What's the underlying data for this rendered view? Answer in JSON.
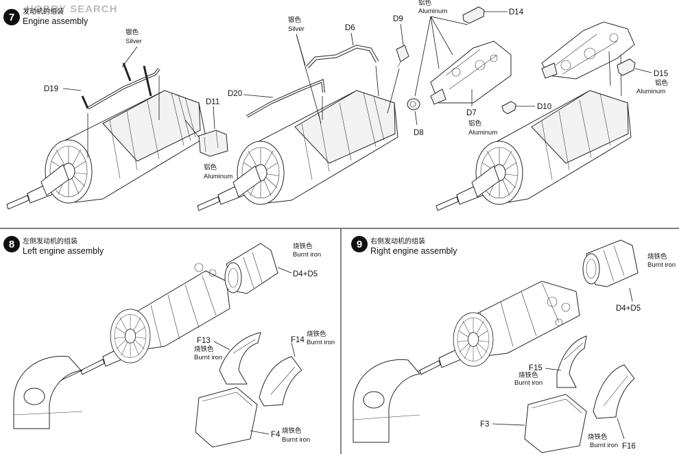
{
  "watermark": "HOBBY SEARCH",
  "steps": [
    {
      "number": "7",
      "title_cn": "发动机的组装",
      "title_en": "Engine assembly"
    },
    {
      "number": "8",
      "title_cn": "左侧发动机的组装",
      "title_en": "Left engine assembly"
    },
    {
      "number": "9",
      "title_cn": "右侧发动机的组装",
      "title_en": "Right engine assembly"
    }
  ],
  "colors_text": {
    "silver_cn": "银色",
    "silver_en": "Silver",
    "aluminum_cn": "铝色",
    "aluminum_en": "Aluminum",
    "burnt_cn": "烧铁色",
    "burnt_en": "Burnt iron"
  },
  "parts": {
    "D19": "D19",
    "D11": "D11",
    "D20": "D20",
    "D6": "D6",
    "D9": "D9",
    "D14": "D14",
    "D7": "D7",
    "D8": "D8",
    "D10": "D10",
    "D15": "D15",
    "D4D5": "D4+D5",
    "F13": "F13",
    "F14": "F14",
    "F4": "F4",
    "F15": "F15",
    "F3": "F3",
    "F16": "F16"
  }
}
